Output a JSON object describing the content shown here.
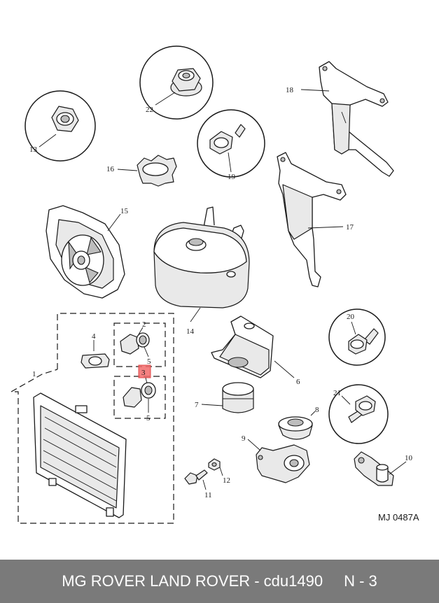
{
  "diagram": {
    "reference_code": "MJ 0487A",
    "callouts": [
      "1",
      "2",
      "3",
      "4",
      "5",
      "5",
      "6",
      "7",
      "8",
      "9",
      "10",
      "11",
      "12",
      "13",
      "14",
      "15",
      "16",
      "17",
      "18",
      "19",
      "20",
      "21",
      "22"
    ],
    "highlight_color": "#f26a6a"
  },
  "footer": {
    "title": "MG ROVER LAND ROVER - cdu1490",
    "page": "N - 3",
    "background_color": "#7a7a7a"
  }
}
